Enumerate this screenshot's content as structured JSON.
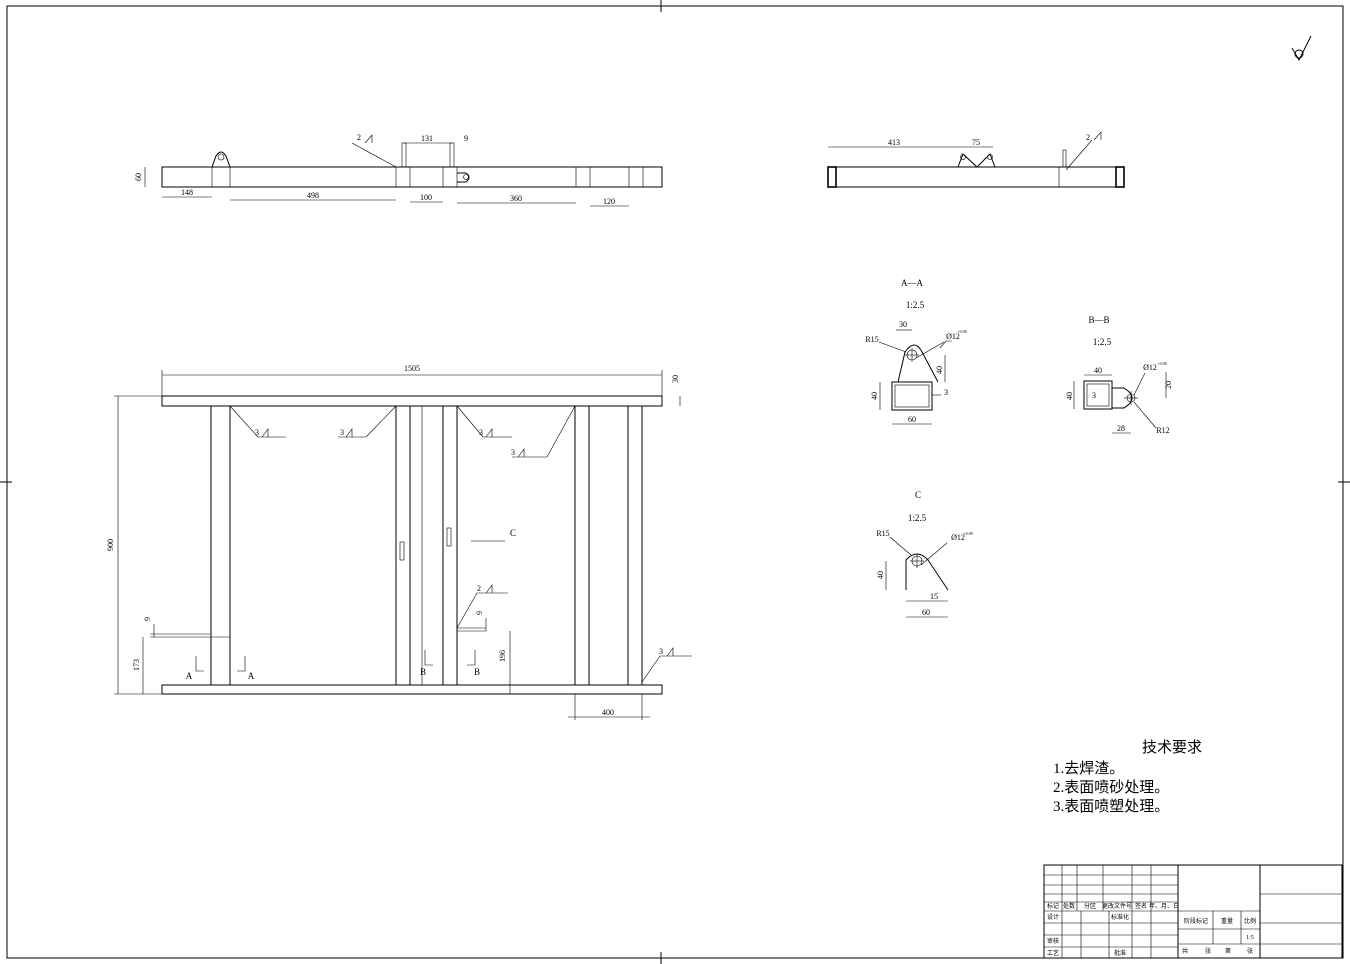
{
  "top_view": {
    "dims": {
      "height": "60",
      "d148": "148",
      "d498": "498",
      "d100": "100",
      "d360": "360",
      "d120": "120",
      "d131": "131",
      "d9": "9",
      "weld": "2"
    }
  },
  "side_view": {
    "dims": {
      "d413": "413",
      "d75": "75",
      "weld": "2"
    }
  },
  "front_view": {
    "dims": {
      "width": "1505",
      "top_t": "30",
      "height": "900",
      "left_9": "9",
      "left_173": "173",
      "mid_9": "9",
      "mid_196": "196",
      "bottom_400": "400",
      "weld3": "3",
      "weld2": "2"
    },
    "labels": {
      "c": "C",
      "a": "A",
      "b": "B"
    }
  },
  "section_aa": {
    "title": "A—A",
    "scale": "1:2.5",
    "dims": {
      "r15": "R15",
      "w30": "30",
      "dia": "Ø12",
      "tol": "+0.08",
      "h40a": "40",
      "h40b": "40",
      "t3": "3",
      "w60": "60"
    }
  },
  "section_bb": {
    "title": "B—B",
    "scale": "1:2.5",
    "dims": {
      "w40": "40",
      "dia": "Ø12",
      "tol": "+0.08",
      "h20": "20",
      "h40": "40",
      "t3": "3",
      "w28": "28",
      "r12": "R12"
    }
  },
  "detail_c": {
    "title": "C",
    "scale": "1:2.5",
    "dims": {
      "r15": "R15",
      "dia": "Ø12",
      "tol": "+0.08",
      "h40": "40",
      "w15": "15",
      "w60": "60"
    }
  },
  "requirements": {
    "title": "技术要求",
    "items": [
      "1.去焊渣。",
      "2.表面喷砂处理。",
      "3.表面喷塑处理。"
    ]
  },
  "title_block": {
    "mark": "标记",
    "count": "处数",
    "zone": "分区",
    "doc_no": "更改文件号",
    "sign": "签名",
    "date": "年、月、日",
    "design": "设计",
    "standard": "标准化",
    "stage": "阶段标记",
    "weight": "重量",
    "ratio": "比例",
    "scale_value": "1:5",
    "review": "审核",
    "process": "工艺",
    "approve": "批准",
    "total": "共",
    "sheet": "张",
    "page": "第",
    "page_sheet": "张"
  }
}
